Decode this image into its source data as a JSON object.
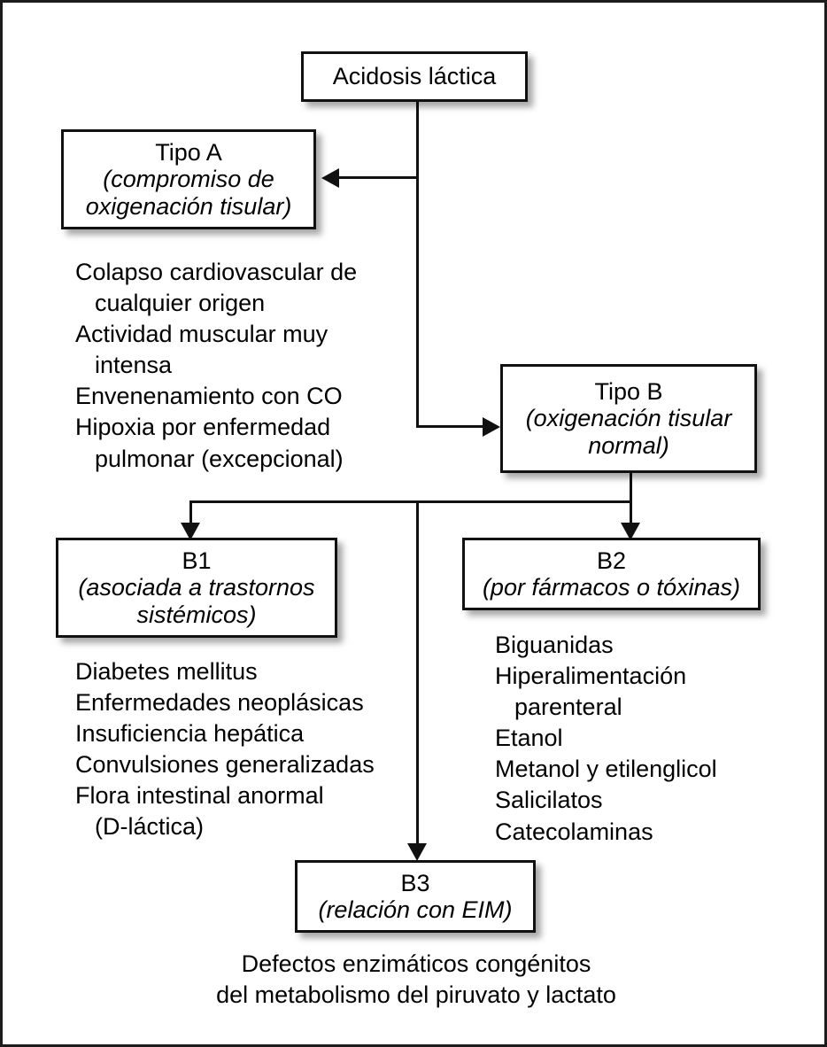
{
  "diagram": {
    "title_node": {
      "label": "Acidosis láctica"
    },
    "type_a": {
      "title": "Tipo A",
      "sub_line1": "(compromiso de",
      "sub_line2": "oxigenación tisular)"
    },
    "type_a_items": [
      {
        "line1": "Colapso cardiovascular de",
        "line2": "cualquier origen"
      },
      {
        "line1": "Actividad muscular muy",
        "line2": "intensa"
      },
      {
        "line1": "Envenenamiento con CO",
        "line2": ""
      },
      {
        "line1": "Hipoxia por enfermedad",
        "line2": "pulmonar (excepcional)"
      }
    ],
    "type_b": {
      "title": "Tipo B",
      "sub_line1": "(oxigenación tisular",
      "sub_line2": "normal)"
    },
    "b1": {
      "title": "B1",
      "sub_line1": "(asociada a trastornos",
      "sub_line2": "sistémicos)"
    },
    "b1_items": [
      {
        "line1": "Diabetes mellitus",
        "line2": ""
      },
      {
        "line1": "Enfermedades neoplásicas",
        "line2": ""
      },
      {
        "line1": "Insuficiencia hepática",
        "line2": ""
      },
      {
        "line1": "Convulsiones generalizadas",
        "line2": ""
      },
      {
        "line1": "Flora intestinal anormal",
        "line2": "(D-láctica)"
      }
    ],
    "b2": {
      "title": "B2",
      "sub_line1": "(por fármacos o tóxinas)",
      "sub_line2": ""
    },
    "b2_items": [
      {
        "line1": "Biguanidas",
        "line2": ""
      },
      {
        "line1": "Hiperalimentación",
        "line2": "parenteral"
      },
      {
        "line1": "Etanol",
        "line2": ""
      },
      {
        "line1": "Metanol y etilenglicol",
        "line2": ""
      },
      {
        "line1": "Salicilatos",
        "line2": ""
      },
      {
        "line1": "Catecolaminas",
        "line2": ""
      }
    ],
    "b3": {
      "title": "B3",
      "sub_line1": "(relación con EIM)",
      "sub_line2": ""
    },
    "b3_caption": {
      "line1": "Defectos enzimáticos congénitos",
      "line2": "del metabolismo del piruvato y lactato"
    },
    "colors": {
      "line": "#111111",
      "box_border": "#111111",
      "background": "#ffffff",
      "frame": "#1c1c1c"
    }
  }
}
